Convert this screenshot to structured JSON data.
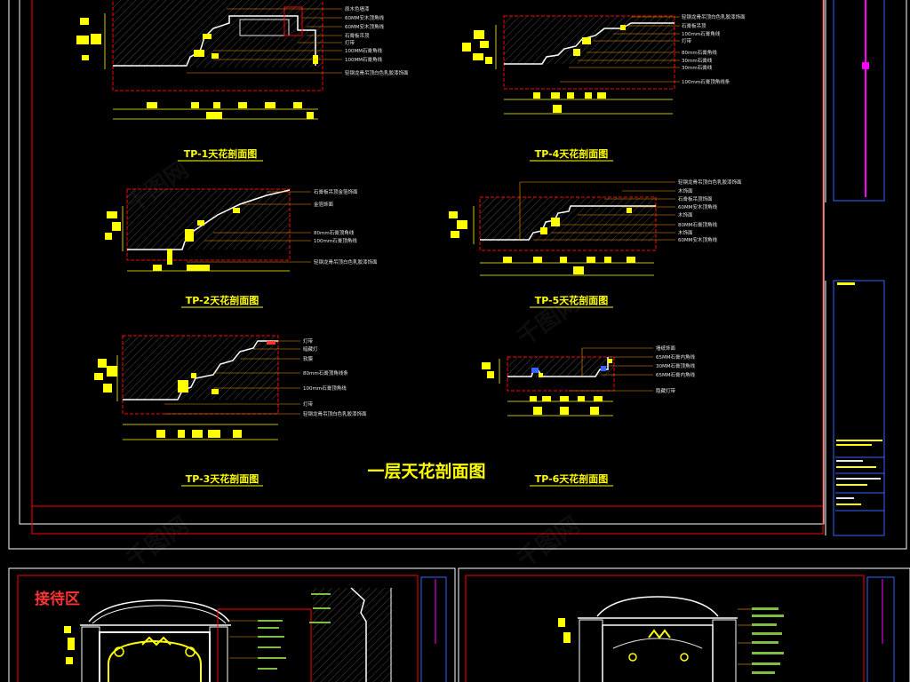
{
  "drawing": {
    "main_title": "一层天花剖面图",
    "zone_label": "接待区",
    "watermark": "千图网"
  },
  "sections": [
    {
      "id": "TP-1",
      "title": "TP-1天花剖面图",
      "labels": [
        "原木色墙漆",
        "60MM安木顶角线",
        "60MM安木顶角线",
        "石膏板吊顶",
        "灯带",
        "100MM石膏角线",
        "100MM石膏角线",
        "轻钢龙骨吊顶白色乳胶漆饰面"
      ]
    },
    {
      "id": "TP-2",
      "title": "TP-2天花剖面图",
      "labels": [
        "石膏板吊顶金箔饰面",
        "金箔饰面",
        "80mm石膏顶角线",
        "100mm石膏顶角线",
        "轻钢龙骨吊顶白色乳胶漆饰面"
      ]
    },
    {
      "id": "TP-3",
      "title": "TP-3天花剖面图",
      "labels": [
        "灯带",
        "暗藏灯",
        "软膜",
        "80mm石膏顶角线条",
        "100mm石膏顶角线",
        "灯带",
        "轻钢龙骨吊顶白色乳胶漆饰面"
      ]
    },
    {
      "id": "TP-4",
      "title": "TP-4天花剖面图",
      "labels": [
        "轻钢龙骨吊顶白色乳胶漆饰面",
        "石膏板吊顶",
        "100mm石膏角线",
        "灯带",
        "80mm石膏角线",
        "30mm石膏线",
        "30mm石膏线",
        "100mm石膏顶角线条"
      ]
    },
    {
      "id": "TP-5",
      "title": "TP-5天花剖面图",
      "labels": [
        "轻钢龙骨吊顶白色乳胶漆饰面",
        "木饰面",
        "石膏板吊顶饰面",
        "60MM安木顶角线",
        "木饰面",
        "80MM石膏顶角线",
        "木饰面",
        "60MM安木顶角线"
      ]
    },
    {
      "id": "TP-6",
      "title": "TP-6天花剖面图",
      "labels": [
        "墙纸饰面",
        "65MM石膏内角线",
        "30MM石膏顶角线",
        "65MM石膏内角线",
        "隐藏灯带"
      ]
    }
  ],
  "colors": {
    "background": "#000000",
    "frame": "#ffffff",
    "section_box": "#ff0000",
    "dimension": "#ffff00",
    "leader": "#ff9900",
    "accent_blue": "#3366ff",
    "accent_magenta": "#ff00ff"
  }
}
